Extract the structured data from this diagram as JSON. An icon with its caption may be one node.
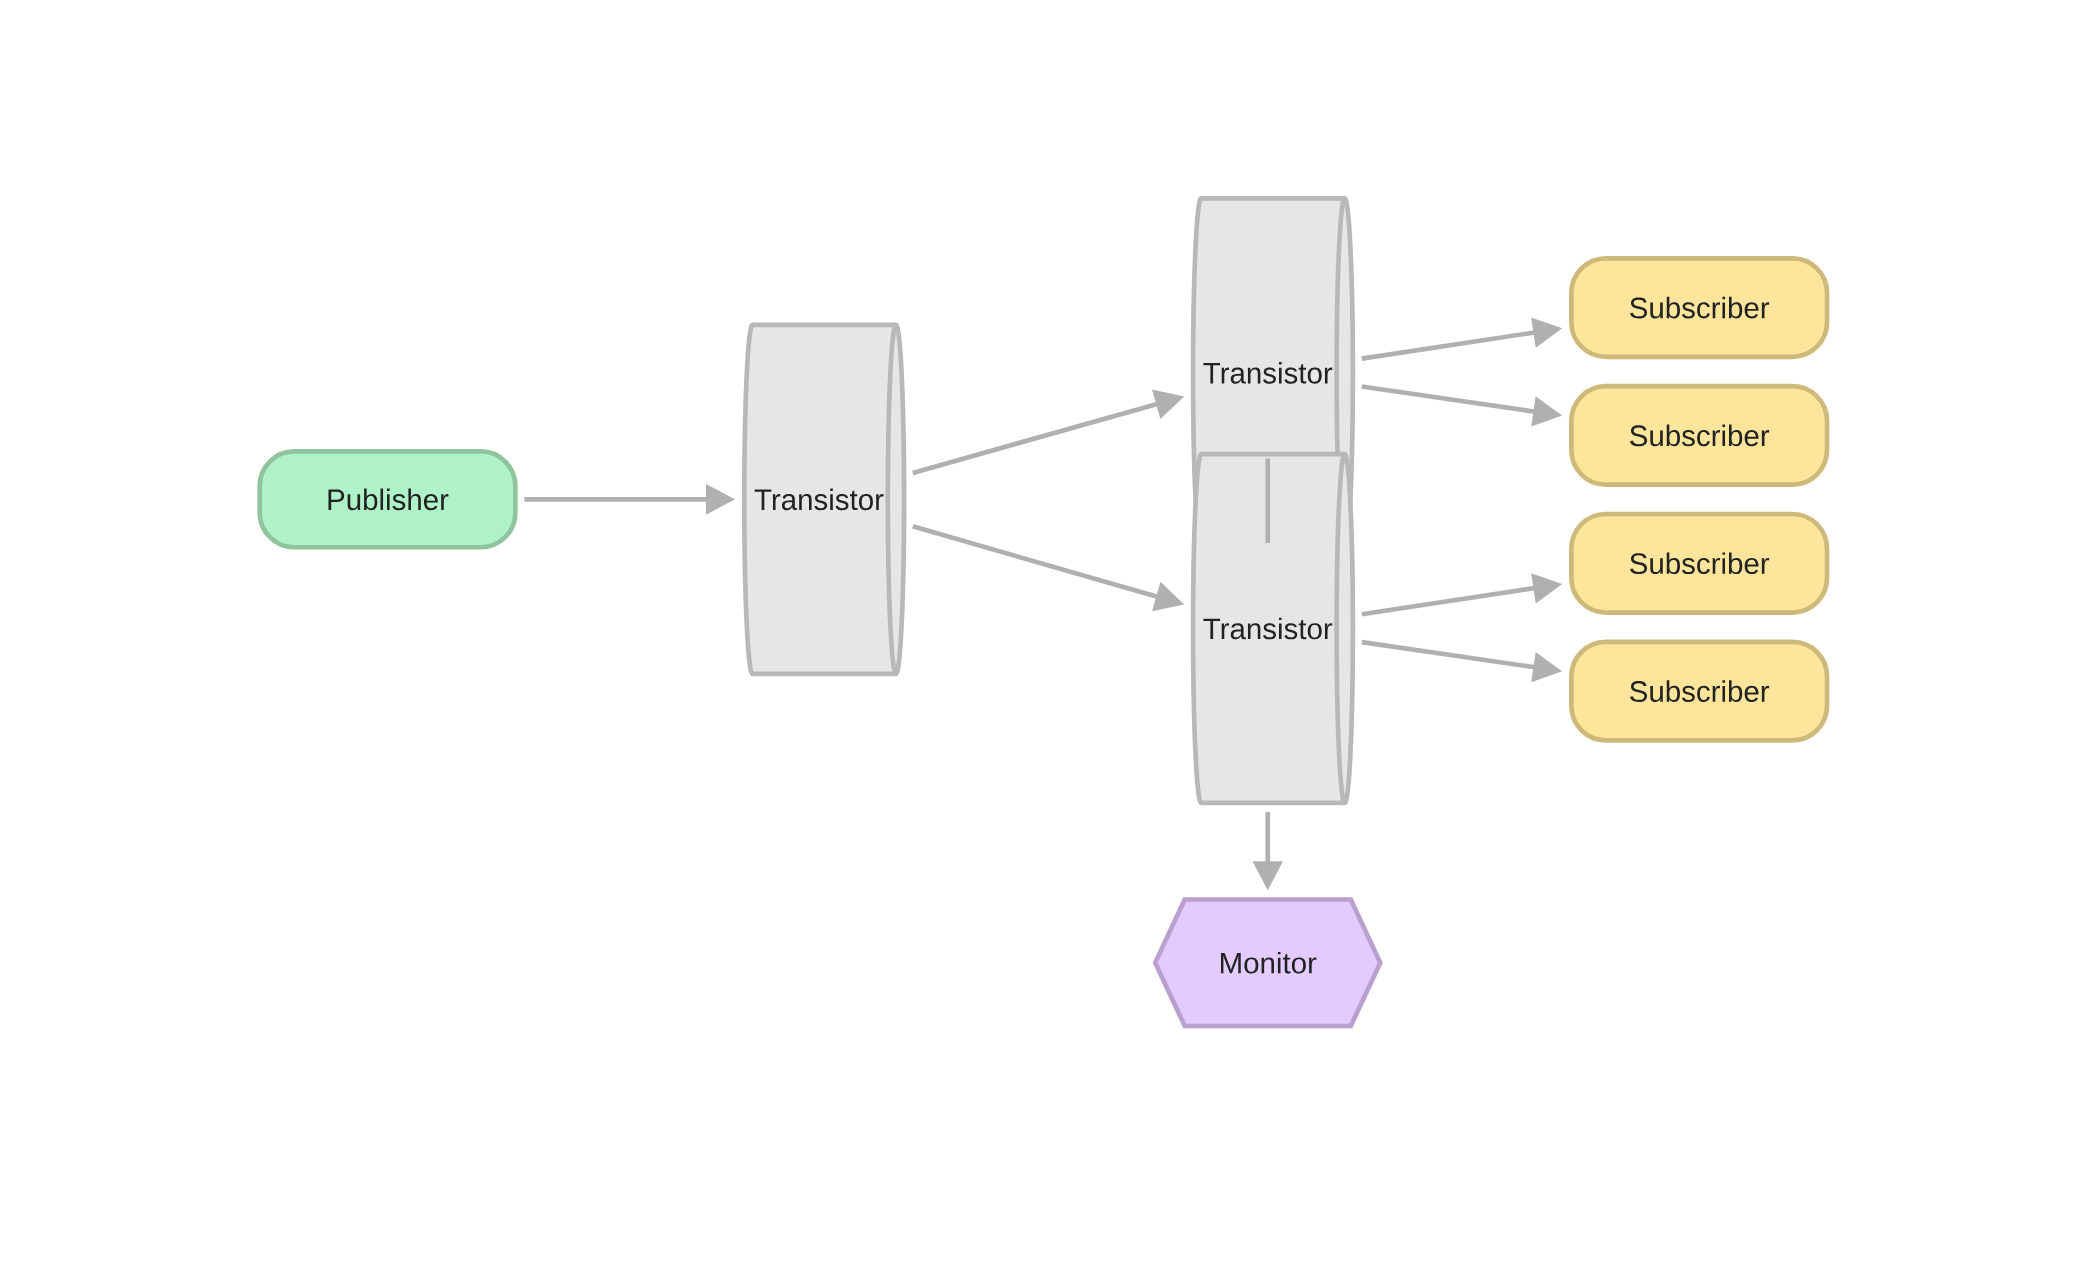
{
  "diagram": {
    "nodes": [
      {
        "text": [
          "Publisher"
        ]
      },
      {
        "text": [
          "Transistor"
        ]
      },
      {
        "text": [
          "Transistor"
        ]
      },
      {
        "text": [
          "Transistor"
        ]
      },
      {
        "text": [
          "Subscriber"
        ]
      },
      {
        "text": [
          "Subscriber"
        ]
      },
      {
        "text": [
          "Subscriber"
        ]
      },
      {
        "text": [
          "Subscriber"
        ]
      },
      {
        "text": [
          "Monitor"
        ]
      }
    ],
    "edges": [
      {
        "from": 0,
        "to": 1,
        "arrow": "to"
      },
      {
        "from": 1,
        "to": 2,
        "arrow": "to"
      },
      {
        "from": 1,
        "to": 3,
        "arrow": "to"
      },
      {
        "from": 2,
        "to": 4,
        "arrow": "to"
      },
      {
        "from": 2,
        "to": 5,
        "arrow": "to"
      },
      {
        "from": 2,
        "to": 3,
        "arrow": "none"
      },
      {
        "from": 3,
        "to": 6,
        "arrow": "to"
      },
      {
        "from": 3,
        "to": 7,
        "arrow": "to"
      },
      {
        "from": 3,
        "to": 8,
        "arrow": "to"
      }
    ]
  }
}
